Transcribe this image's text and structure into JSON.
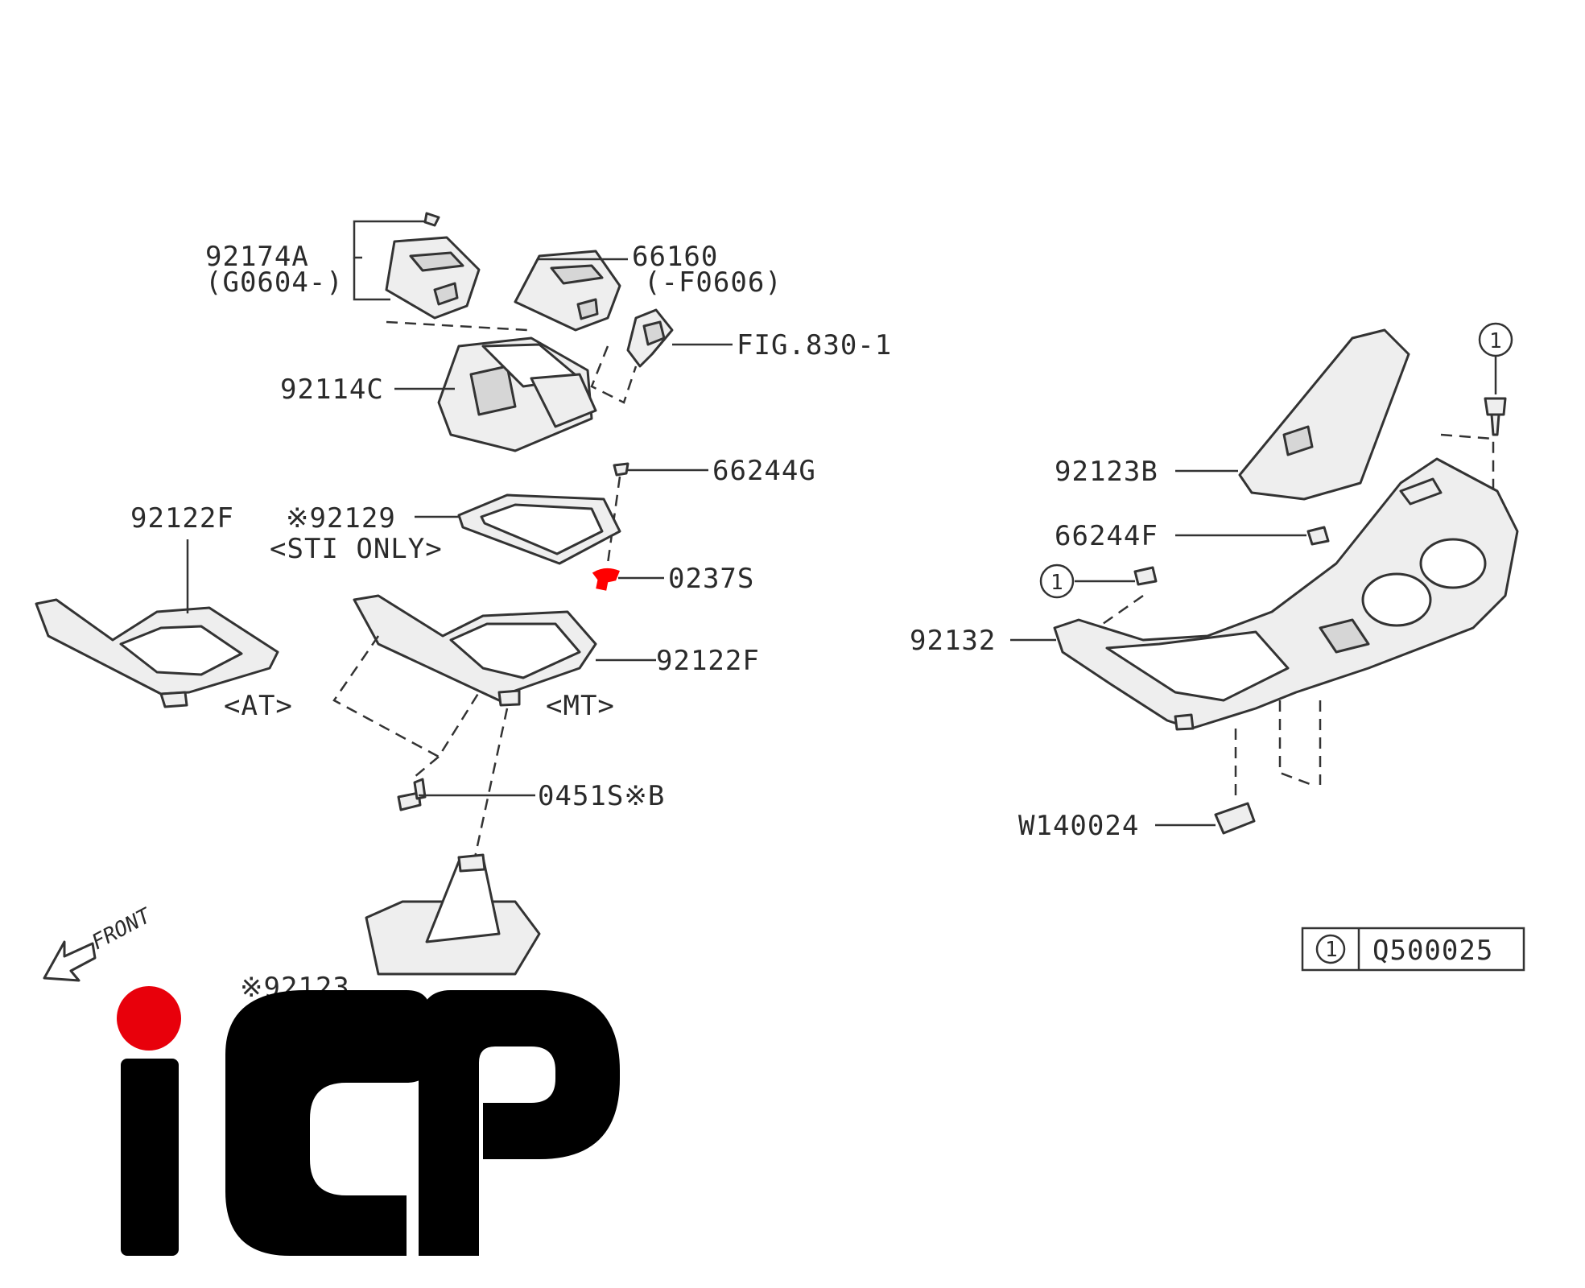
{
  "parts": {
    "p92174A": "92174A",
    "p92174A_range": "(G0604-)",
    "p66160": "66160",
    "p66160_range": "(-F0606)",
    "fig830": "FIG.830-1",
    "p92114C": "92114C",
    "p66244G": "66244G",
    "p92129": "※92129",
    "p92129_note": "<STI ONLY>",
    "p0237S": "0237S",
    "p92122F_at": "92122F",
    "at_label": "<AT>",
    "p92122F_mt": "92122F",
    "mt_label": "<MT>",
    "p0451S": "0451S※B",
    "p92123": "※92123",
    "p92123B": "92123B",
    "p66244F": "66244F",
    "p92132": "92132",
    "pW140024": "W140024",
    "callout_1": "1",
    "legend_ref": "1",
    "legend_code": "Q500025",
    "front": "FRONT"
  },
  "highlight_color": "#ff0000",
  "logo": {
    "text": "iCP",
    "dot_color": "#e8000b",
    "fg_color": "#000000"
  }
}
